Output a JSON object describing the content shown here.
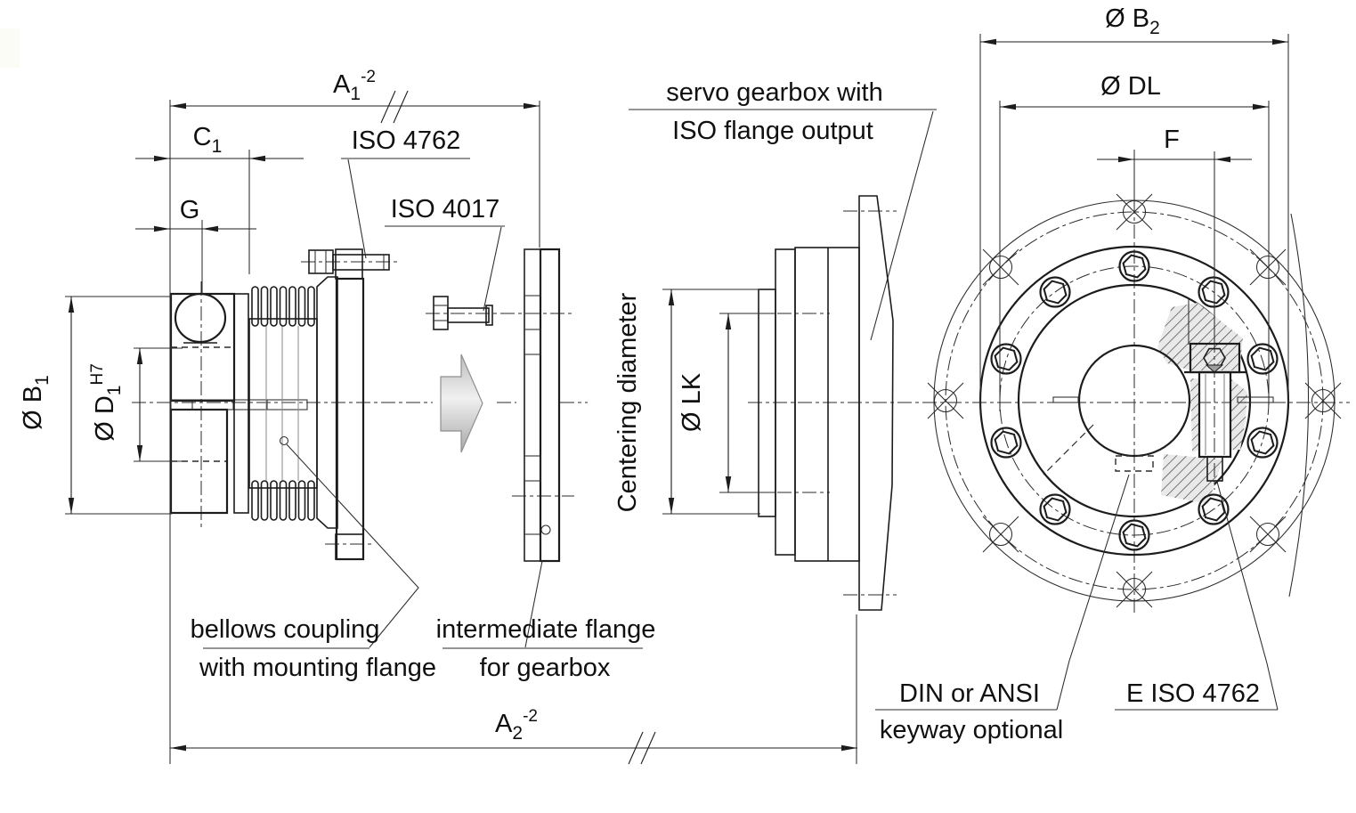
{
  "drawing": {
    "colors": {
      "line": "#1c1c1c",
      "background": "#ffffff",
      "metal_light": "#f2f2f2",
      "metal_dark": "#6f6f6f"
    },
    "labels": {
      "iso4762_top": "ISO 4762",
      "iso4017": "ISO 4017",
      "servo1": "servo gearbox with",
      "servo2": "ISO flange output",
      "bellows1": "bellows coupling",
      "bellows2": "with mounting flange",
      "inter1": "intermediate flange",
      "inter2": "for gearbox",
      "keyway1": "DIN or ANSI",
      "keyway2": "keyway optional",
      "eiso": "E ISO 4762",
      "centering": "Centering diameter"
    },
    "dims": {
      "a1": {
        "base": "A",
        "sub": "1",
        "sup": "-2"
      },
      "a2": {
        "base": "A",
        "sub": "2",
        "sup": "-2"
      },
      "c1": {
        "base": "C",
        "sub": "1"
      },
      "g": {
        "base": "G"
      },
      "b1": {
        "base": "Ø B",
        "sub": "1"
      },
      "d1": {
        "base": "Ø D",
        "sub": "1",
        "sup": "H7"
      },
      "b2": {
        "base": "Ø B",
        "sub": "2"
      },
      "dl": {
        "base": "Ø DL"
      },
      "f": {
        "base": "F"
      },
      "lk": {
        "base": "Ø LK"
      }
    }
  }
}
